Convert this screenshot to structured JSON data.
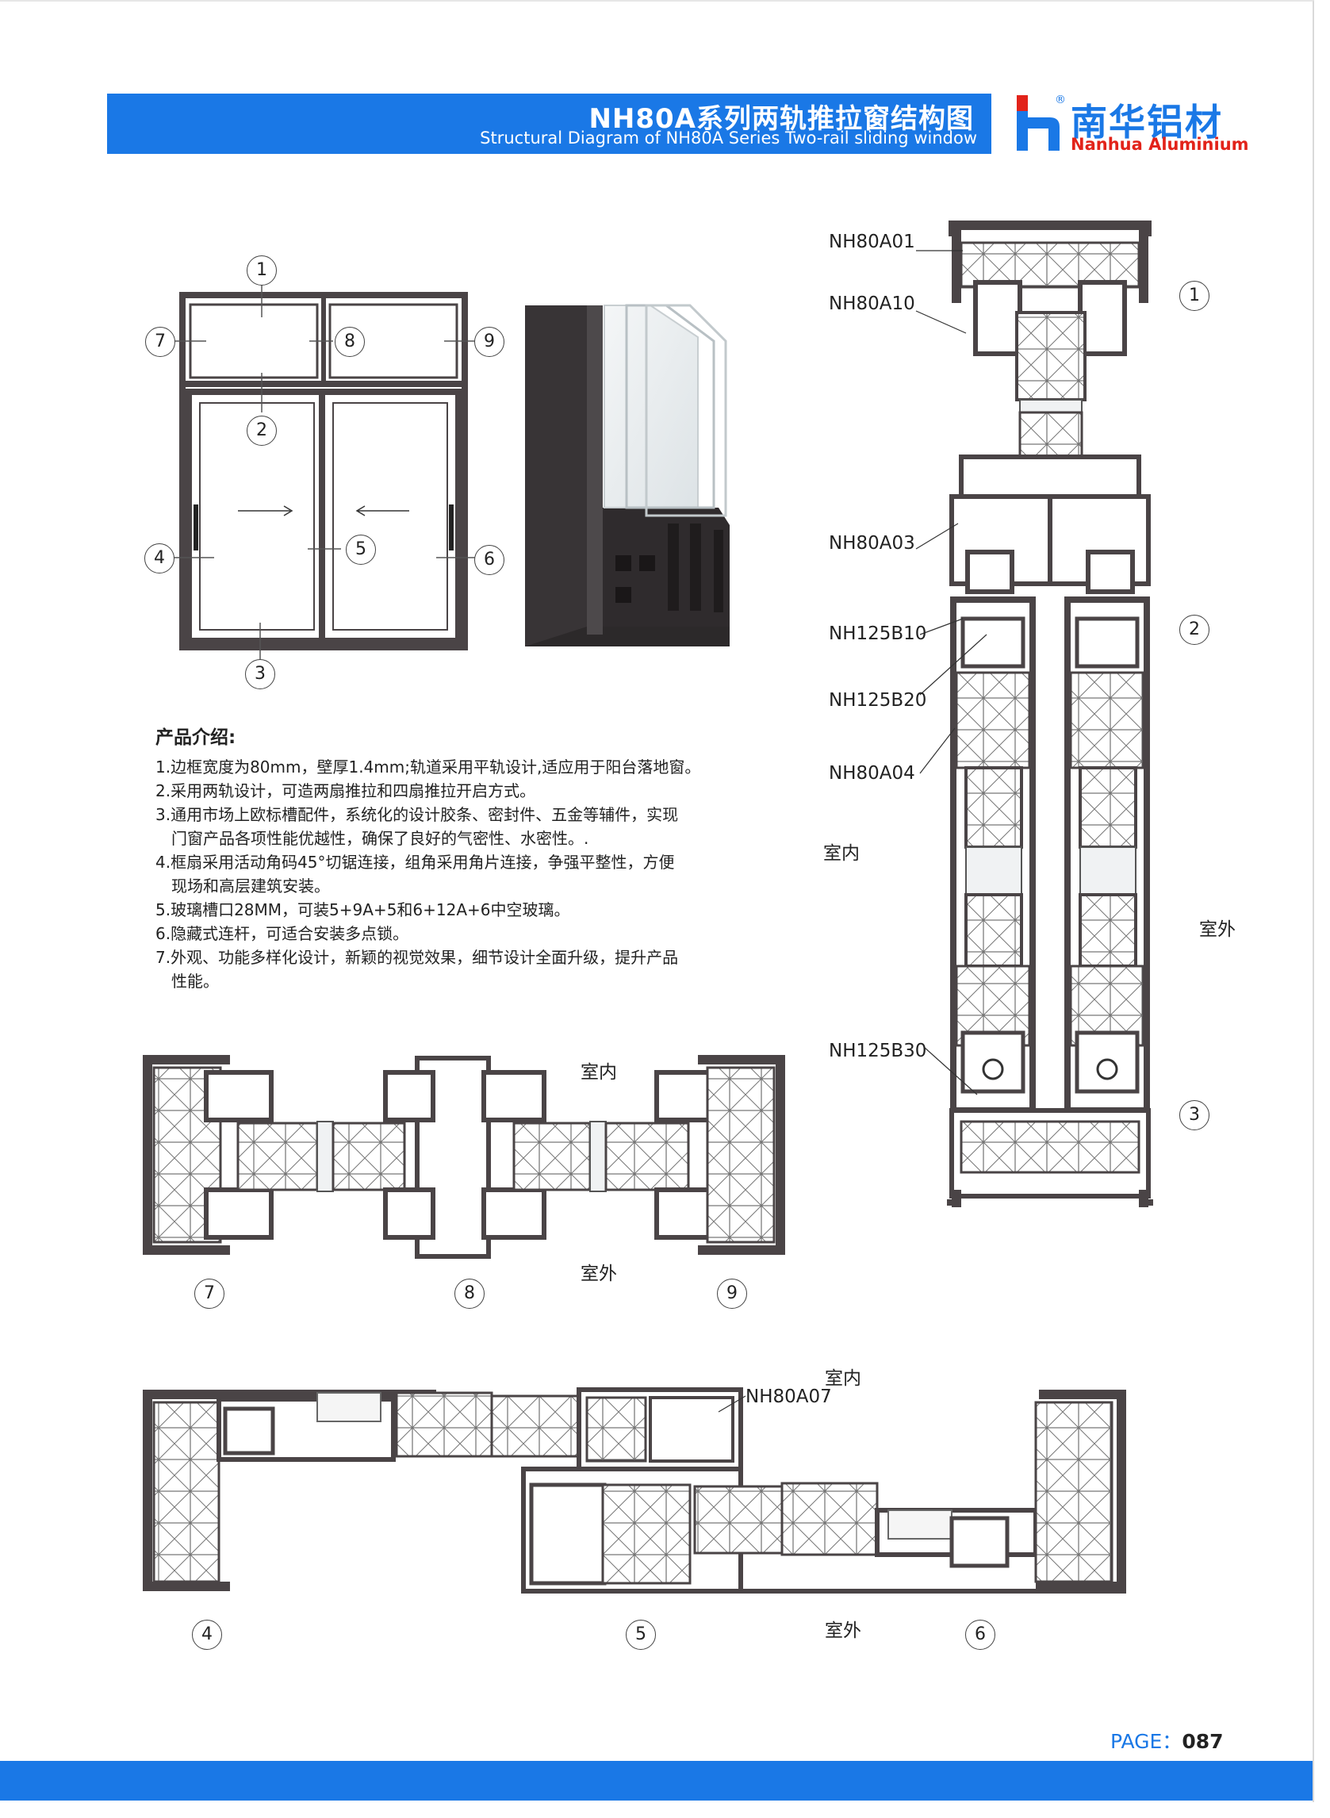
{
  "header": {
    "title_cn": "NH80A系列两轨推拉窗结构图",
    "title_en": "Structural Diagram of NH80A Series Two-rail sliding window"
  },
  "logo": {
    "name_cn": "南华铝材",
    "name_en": "Nanhua Aluminium",
    "mark": "®"
  },
  "window_numbers": [
    "1",
    "2",
    "3",
    "4",
    "5",
    "6",
    "7",
    "8",
    "9"
  ],
  "arrows": [
    "→",
    "←"
  ],
  "vertical_section": {
    "labels": [
      "NH80A01",
      "NH80A10",
      "NH80A03",
      "NH125B10",
      "NH125B20",
      "NH80A04",
      "NH125B30"
    ],
    "numbers": [
      "1",
      "2",
      "3"
    ],
    "indoor": "室内",
    "outdoor": "室外"
  },
  "intro": {
    "heading": "产品介绍:",
    "lines": [
      "1.边框宽度为80mm，壁厚1.4mm;轨道采用平轨设计,适应用于阳台落地窗。",
      "2.采用两轨设计，可造两扇推拉和四扇推拉开启方式。",
      "3.通用市场上欧标槽配件，系统化的设计胶条、密封件、五金等辅件，实现",
      "门窗产品各项性能优越性，确保了良好的气密性、水密性。.",
      "4.框扇采用活动角码45°切锯连接，组角采用角片连接，争强平整性，方便",
      "现场和高层建筑安装。",
      "5.玻璃槽口28MM，可装5+9A+5和6+12A+6中空玻璃。",
      "6.隐藏式连杆，可适合安装多点锁。",
      "7.外观、功能多样化设计，新颖的视觉效果，细节设计全面升级，提升产品",
      "性能。"
    ]
  },
  "transom_section": {
    "indoor": "室内",
    "outdoor": "室外",
    "numbers": [
      "7",
      "8",
      "9"
    ]
  },
  "sash_section": {
    "indoor": "室内",
    "outdoor": "室外",
    "label": "NH80A07",
    "numbers": [
      "4",
      "5",
      "6"
    ]
  },
  "footer": {
    "page_label": "PAGE：",
    "page_value": "087"
  },
  "colors": {
    "brand_blue": "#1a78e6",
    "brand_red": "#e2231a",
    "profile": "#4a4446"
  }
}
